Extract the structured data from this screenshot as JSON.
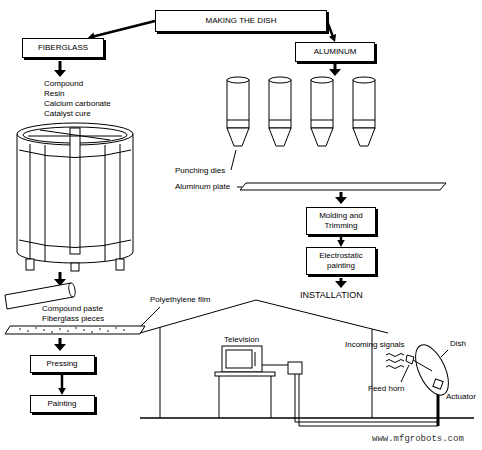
{
  "diagram": {
    "nodes": [
      {
        "text": [
          "MAKING THE DISH"
        ]
      },
      {
        "text": [
          "FIBERGLASS"
        ]
      },
      {
        "text": [
          "ALUMINUM"
        ]
      },
      {
        "text": [
          "Pressing"
        ]
      },
      {
        "text": [
          "Painting"
        ]
      },
      {
        "text": [
          "Molding and Trimming"
        ]
      },
      {
        "text": [
          "Electrostatic painting"
        ]
      }
    ],
    "edges": [
      {
        "from": 0,
        "to": 1,
        "arrow": "to"
      },
      {
        "from": 0,
        "to": 2,
        "arrow": "to"
      },
      {
        "from": 3,
        "to": 4,
        "arrow": "to"
      },
      {
        "from": 5,
        "to": 6,
        "arrow": "to"
      }
    ],
    "labels": [
      "Compound",
      "Resin",
      "Calcium carbonate",
      "Catalyst cure",
      "Compound paste",
      "Fiberglass pieces",
      "Polyethylene film",
      "Punching dies",
      "Aluminum plate",
      "INSTALLATION",
      "Television",
      "Incoming signals",
      "Dish",
      "Feed horn",
      "Actuator",
      "www.mfgrobots.com"
    ]
  }
}
